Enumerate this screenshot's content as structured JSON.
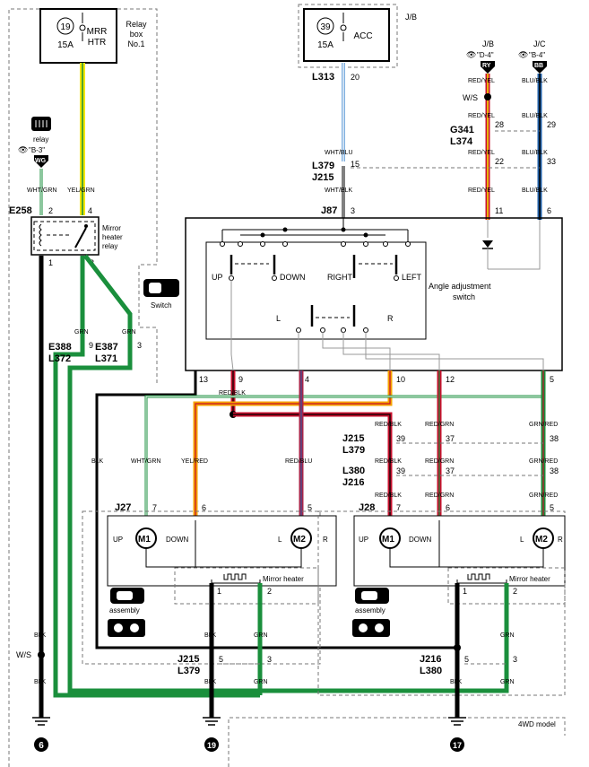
{
  "fuses": {
    "mrr": {
      "number": "19",
      "name_line1": "MRR",
      "name_line2": "HTR",
      "amp": "15A"
    },
    "acc": {
      "number": "39",
      "name": "ACC",
      "amp": "15A"
    }
  },
  "boxes": {
    "relay_box_line1": "Relay",
    "relay_box_line2": "box",
    "relay_box_line3": "No.1",
    "jb": "J/B",
    "jc": "J/C"
  },
  "views": {
    "d4": "\"D-4\"",
    "b4": "\"B-4\"",
    "b3": "\"B-3\"",
    "ry": "RY",
    "bb": "BB",
    "wg": "WG"
  },
  "labels": {
    "relay": "relay",
    "switch": "Switch",
    "assembly": "assembly",
    "mirror_heater_relay_1": "Mirror",
    "mirror_heater_relay_2": "heater",
    "mirror_heater_relay_3": "relay",
    "angle_switch_1": "Angle adjustment",
    "angle_switch_2": "switch",
    "mirror_heater": "Mirror heater",
    "up": "UP",
    "down": "DOWN",
    "right": "RIGHT",
    "left": "LEFT",
    "l": "L",
    "r": "R",
    "m1": "M1",
    "m2": "M2",
    "ws": "W/S",
    "four_wd": "4WD model"
  },
  "connectors": {
    "l313": "L313",
    "g341": "G341",
    "l374": "L374",
    "l379": "L379",
    "j215": "J215",
    "j87": "J87",
    "e258": "E258",
    "e388": "E388",
    "l372": "L372",
    "e387": "E387",
    "l371": "L371",
    "j27": "J27",
    "j28": "J28",
    "l380": "L380",
    "j216": "J216"
  },
  "pins": {
    "p20": "20",
    "p28": "28",
    "p29": "29",
    "p15": "15",
    "p22": "22",
    "p33": "33",
    "p3": "3",
    "p11": "11",
    "p6": "6",
    "p2": "2",
    "p4": "4",
    "p1": "1",
    "p9": "9",
    "p13": "13",
    "p10": "10",
    "p12": "12",
    "p5": "5",
    "p39": "39",
    "p37": "37",
    "p38": "38",
    "p7": "7"
  },
  "wires": {
    "red_yel": "RED/YEL",
    "blu_blk": "BLU/BLK",
    "wht_blu": "WHT/BLU",
    "wht_blk": "WHT/BLK",
    "wht_grn": "WHT/GRN",
    "yel_grn": "YEL/GRN",
    "grn": "GRN",
    "blk": "BLK",
    "red_blk": "RED/BLK",
    "yel_red": "YEL/RED",
    "red_blu": "RED/BLU",
    "red_grn": "RED/GRN",
    "grn_red": "GRN/RED"
  },
  "grounds": {
    "g6": "6",
    "g19": "19",
    "g17": "17"
  },
  "colors": {
    "yellow": "#f4e700",
    "green": "#1a8f3c",
    "red": "#c8102e",
    "orange": "#f5a300",
    "blue": "#1f5fa8",
    "light_blue": "#7fb0e0",
    "maroon": "#a8244a",
    "black": "#000000"
  }
}
